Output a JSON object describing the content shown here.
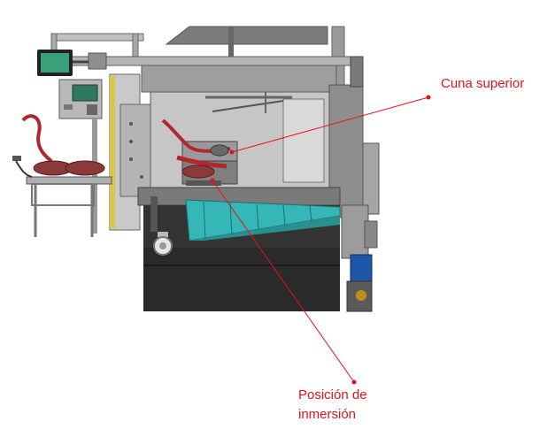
{
  "callouts": {
    "upper_cradle": {
      "text": "Cuna superior"
    },
    "immersion_position": {
      "line1": "Posición de",
      "line2": "inmersión"
    }
  },
  "colors": {
    "callout": "#e8101a",
    "machine_frame": "#8c8c8c",
    "machine_dark": "#2e2e2e",
    "tank_fluid": "#3bc9c9",
    "harness_red": "#b3262e",
    "motor_blue": "#1e56a8",
    "screen_green": "#3aa07a"
  },
  "icons": [
    "industrial-machine-drawing",
    "control-panel-icon",
    "motor-icon"
  ]
}
